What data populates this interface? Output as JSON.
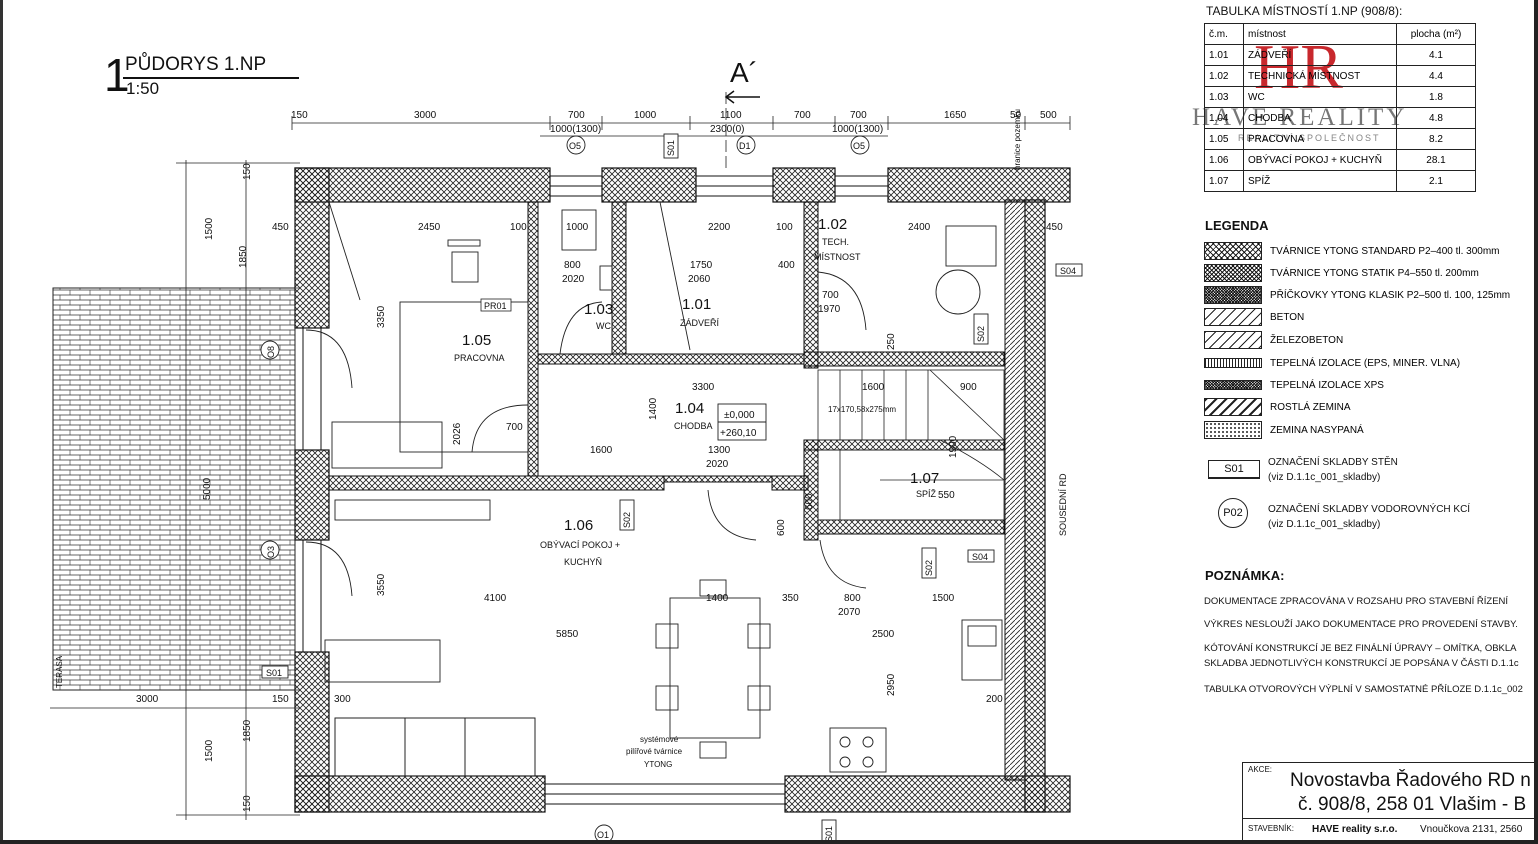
{
  "title": {
    "number": "1",
    "name": "PŮDORYS 1.NP",
    "scale": "1:50"
  },
  "section_mark": "A´",
  "logo": {
    "initials": "HR",
    "word": "HAVE REALITY",
    "sub": "REALITNÍ SPOLEČNOST"
  },
  "room_table": {
    "caption": "TABULKA MÍSTNOSTÍ 1.NP (908/8):",
    "headers": [
      "č.m.",
      "místnost",
      "plocha (m²)"
    ],
    "rows": [
      [
        "1.01",
        "ZÁDVEŘÍ",
        "4.1"
      ],
      [
        "1.02",
        "TECHNICKÁ MÍSTNOST",
        "4.4"
      ],
      [
        "1.03",
        "WC",
        "1.8"
      ],
      [
        "1.04",
        "CHODBA",
        "4.8"
      ],
      [
        "1.05",
        "PRACOVNA",
        "8.2"
      ],
      [
        "1.06",
        "OBÝVACÍ POKOJ + KUCHYŇ",
        "28.1"
      ],
      [
        "1.07",
        "SPÍŽ",
        "2.1"
      ]
    ]
  },
  "legend": {
    "title": "LEGENDA",
    "items": [
      "TVÁRNICE YTONG STANDARD P2–400 tl. 300mm",
      "TVÁRNICE YTONG STATIK P4–550 tl. 200mm",
      "PŘÍČKOVKY YTONG KLASIK P2–500 tl. 100, 125mm",
      "BETON",
      "ŽELEZOBETON",
      "TEPELNÁ IZOLACE (EPS, MINER. VLNA)",
      "TEPELNÁ IZOLACE XPS",
      "ROSTLÁ ZEMINA",
      "ZEMINA NASYPANÁ"
    ],
    "wall_symbol": {
      "code": "S01",
      "line1": "OZNAČENÍ SKLADBY STĚN",
      "line2": "(viz D.1.1c_001_skladby)"
    },
    "floor_symbol": {
      "code": "P02",
      "line1": "OZNAČENÍ SKLADBY VODOROVNÝCH KCÍ",
      "line2": "(viz D.1.1c_001_skladby)"
    }
  },
  "notes": {
    "title": "POZNÁMKA:",
    "lines": [
      "DOKUMENTACE ZPRACOVÁNA V ROZSAHU PRO STAVEBNÍ ŘÍZENÍ",
      "VÝKRES NESLOUŽÍ JAKO DOKUMENTACE PRO PROVEDENÍ STAVBY.",
      "KÓTOVÁNÍ KONSTRUKCÍ JE BEZ FINÁLNÍ ÚPRAVY – OMÍTKA, OBKLA",
      "SKLADBA JEDNOTLIVÝCH KONSTRUKCÍ JE POPSÁNA V ČÁSTI D.1.1c",
      "TABULKA OTVOROVÝCH VÝPLNÍ V SAMOSTATNÉ PŘÍLOZE D.1.1c_002"
    ]
  },
  "title_block": {
    "akce_label": "AKCE:",
    "akce_line1": "Novostavba Řadového RD n",
    "akce_line2": "č. 908/8, 258 01 Vlašim - B",
    "stavebnik_label": "STAVEBNÍK:",
    "stavebnik_value": "HAVE reality s.r.o.",
    "stavebnik_addr": "Vnoučkova 2131, 2560"
  },
  "rooms": [
    {
      "id": "1.05",
      "name": "PRACOVNA"
    },
    {
      "id": "1.03",
      "name": "WC"
    },
    {
      "id": "1.01",
      "name": "ZÁDVEŘÍ"
    },
    {
      "id": "1.02",
      "name": "TECH.",
      "name2": "MÍSTNOST"
    },
    {
      "id": "1.04",
      "name": "CHODBA"
    },
    {
      "id": "1.06",
      "name": "OBÝVACÍ POKOJ +",
      "name2": "KUCHYŇ"
    },
    {
      "id": "1.07",
      "name": "SPÍŽ"
    }
  ],
  "level_marks": [
    "±0,000",
    "+260,10"
  ],
  "plan_labels": {
    "terasa": "TERASA",
    "sousedni": "SOUSEDNÍ RD",
    "hranice": "hranice pozemku",
    "stairs": "17x170,58x275mm",
    "pillar_note": [
      "systémové",
      "pilířové tvárnice",
      "YTONG"
    ],
    "pr01": "PR01"
  },
  "dims_top": [
    "150",
    "3000",
    "700",
    "1000",
    "1100",
    "700",
    "700",
    "1650",
    "50",
    "500",
    "1000(1300)",
    "2300(0)",
    "1000(1300)"
  ],
  "dims_bottom": [
    "3000",
    "150"
  ],
  "dims_left": [
    "1500",
    "1850",
    "150",
    "1500",
    "1850",
    "150",
    "3350",
    "3550",
    "5000",
    "450"
  ],
  "dims_inner": [
    "2450",
    "100",
    "2200",
    "100",
    "2400",
    "450",
    "800",
    "2020",
    "1750",
    "2060",
    "400",
    "700",
    "1970",
    "3300",
    "1600",
    "900",
    "1300",
    "2020",
    "4100",
    "1400",
    "350",
    "800",
    "1500",
    "5850",
    "2500",
    "2950",
    "200",
    "300",
    "1000",
    "1900",
    "550",
    "600",
    "2070",
    "1600",
    "1400",
    "700",
    "2026",
    "250",
    "600"
  ],
  "markers": [
    "O5",
    "S01",
    "D1",
    "O5",
    "S04",
    "S02",
    "S02",
    "S04",
    "S01",
    "O8",
    "O3",
    "O1",
    "S01",
    "S02"
  ]
}
